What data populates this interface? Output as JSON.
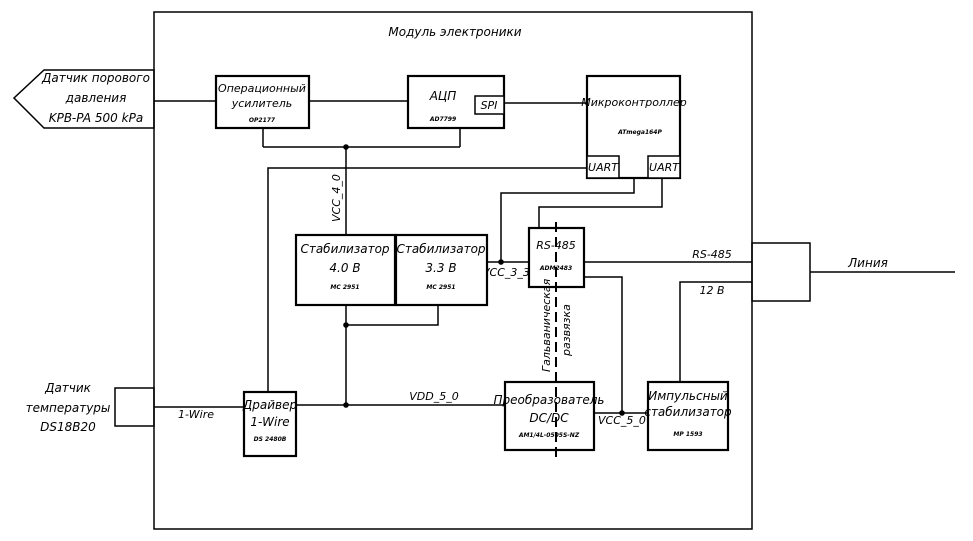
{
  "module_title": "Модуль электроники",
  "pressure_sensor": {
    "line1": "Датчик порового",
    "line2": "давления",
    "line3": "KPB-PA 500 kPa"
  },
  "temp_sensor": {
    "line1": "Датчик",
    "line2": "температуры",
    "line3": "DS18B20"
  },
  "op_amp": {
    "line1": "Операционный",
    "line2": "усилитель",
    "part": "OP2177"
  },
  "adc": {
    "line1": "АЦП",
    "part": "AD7799",
    "port": "SPI"
  },
  "mcu": {
    "line1": "Микроконтроллер",
    "part": "ATmega164P",
    "uart_left": "UART",
    "uart_right": "UART"
  },
  "stab40": {
    "line1": "Стабилизатор",
    "line2": "4.0 В",
    "part": "MC 2951"
  },
  "stab33": {
    "line1": "Стабилизатор",
    "line2": "3.3 В",
    "part": "MC 2951"
  },
  "rs485": {
    "line1": "RS-485",
    "part": "ADM2483"
  },
  "driver": {
    "line1": "Драйвер",
    "line2": "1-Wire",
    "part": "DS 2480B"
  },
  "dcdc": {
    "line1": "Преобразователь",
    "line2": "DC/DC",
    "part": "AM1/4L-0505S-NZ"
  },
  "pulse": {
    "line1": "Импульсный",
    "line2": "стабилизатор",
    "part": "MP 1593"
  },
  "isolation": {
    "line1": "Гальваническая",
    "line2": "развязка"
  },
  "nets": {
    "vcc40": "VCC_4_0",
    "vcc33": "VCC_3_3",
    "vdd50": "VDD_5_0",
    "vcc50": "VCC_5_0",
    "rs485": "RS-485",
    "v12": "12 В",
    "onewire": "1-Wire",
    "line": "Линия"
  }
}
